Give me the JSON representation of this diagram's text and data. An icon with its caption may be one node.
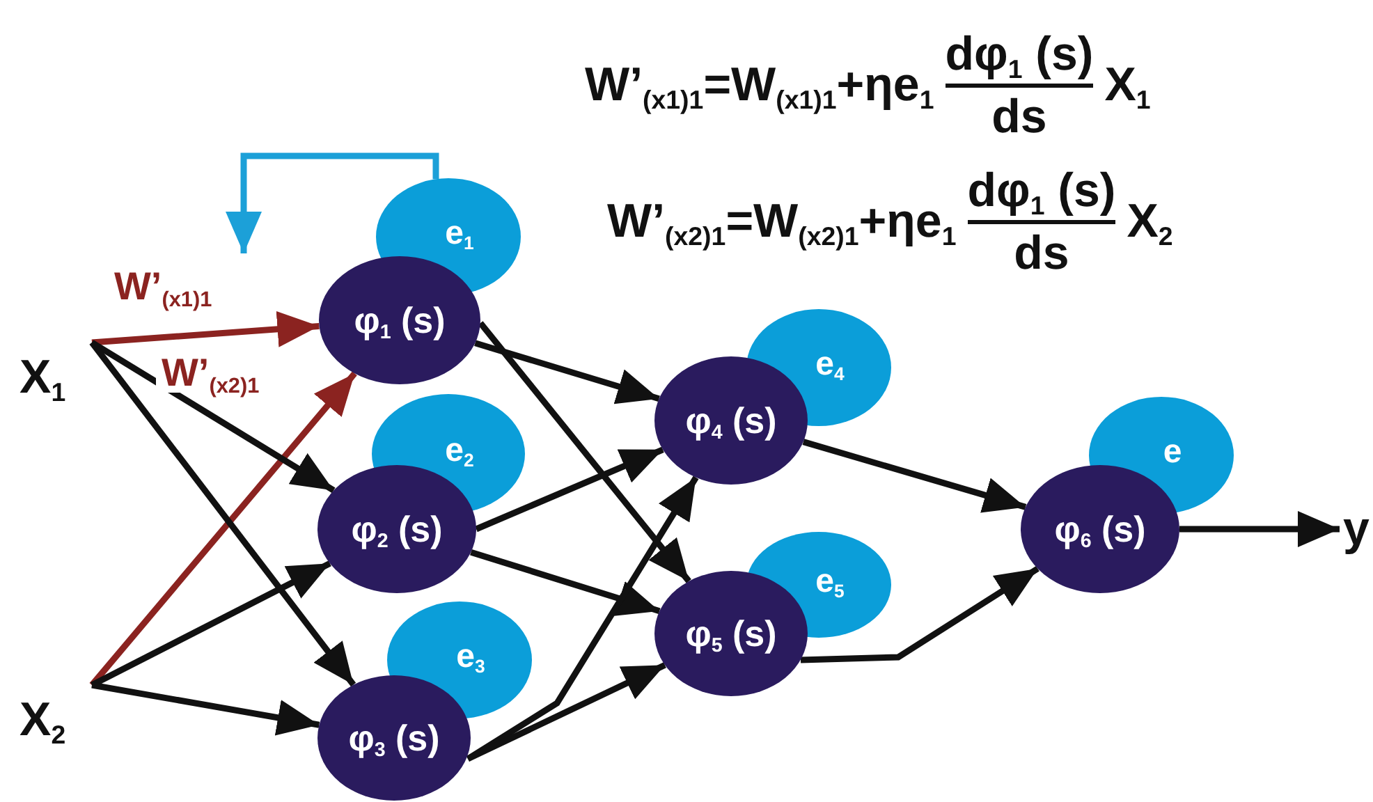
{
  "diagram": {
    "nodes": [
      {
        "text": [
          "X$_{1}$"
        ]
      },
      {
        "text": [
          "X$_{2}$"
        ]
      },
      {
        "text": [
          "e$_{1}$"
        ]
      },
      {
        "text": [
          "φ$_{1}$ (s)"
        ]
      },
      {
        "text": [
          "e$_{2}$"
        ]
      },
      {
        "text": [
          "φ$_{2}$ (s)"
        ]
      },
      {
        "text": [
          "e$_{3}$"
        ]
      },
      {
        "text": [
          "φ$_{3}$ (s)"
        ]
      },
      {
        "text": [
          "e$_{4}$"
        ]
      },
      {
        "text": [
          "φ$_{4}$ (s)"
        ]
      },
      {
        "text": [
          "e$_{5}$"
        ]
      },
      {
        "text": [
          "φ$_{5}$ (s)"
        ]
      },
      {
        "text": [
          "e"
        ]
      },
      {
        "text": [
          "φ$_{6}$ (s)"
        ]
      },
      {
        "text": [
          "y"
        ]
      }
    ],
    "edges": [
      {
        "from": 0,
        "to": 3,
        "arrow": "to",
        "label": "W’$_{(x1)1}$",
        "color": "#8b2320"
      },
      {
        "from": 1,
        "to": 3,
        "arrow": "to",
        "label": "W’$_{(x2)1}$",
        "color": "#8b2320"
      },
      {
        "from": 0,
        "to": 5,
        "arrow": "to"
      },
      {
        "from": 0,
        "to": 7,
        "arrow": "to"
      },
      {
        "from": 1,
        "to": 5,
        "arrow": "to"
      },
      {
        "from": 1,
        "to": 7,
        "arrow": "to"
      },
      {
        "from": 3,
        "to": 9,
        "arrow": "to"
      },
      {
        "from": 3,
        "to": 11,
        "arrow": "to"
      },
      {
        "from": 5,
        "to": 9,
        "arrow": "to"
      },
      {
        "from": 5,
        "to": 11,
        "arrow": "to"
      },
      {
        "from": 7,
        "to": 9,
        "arrow": "to"
      },
      {
        "from": 7,
        "to": 11,
        "arrow": "to"
      },
      {
        "from": 9,
        "to": 13,
        "arrow": "to"
      },
      {
        "from": 11,
        "to": 13,
        "arrow": "to"
      },
      {
        "from": 13,
        "to": 14,
        "arrow": "to"
      },
      {
        "from": 2,
        "to": null,
        "arrow": "to",
        "color": "#1ca0d8"
      }
    ],
    "labels": [
      "W’$_{(x1)1}$=W$_{(x1)1}$+ηe$_{1}$",
      "dφ$_{1}$ (s)",
      "ds",
      "X$_{1}$",
      "W’$_{(x2)1}$=W$_{(x2)1}$+ηe$_{1}$",
      "dφ$_{1}$ (s)",
      "ds",
      "X$_{2}$"
    ]
  }
}
